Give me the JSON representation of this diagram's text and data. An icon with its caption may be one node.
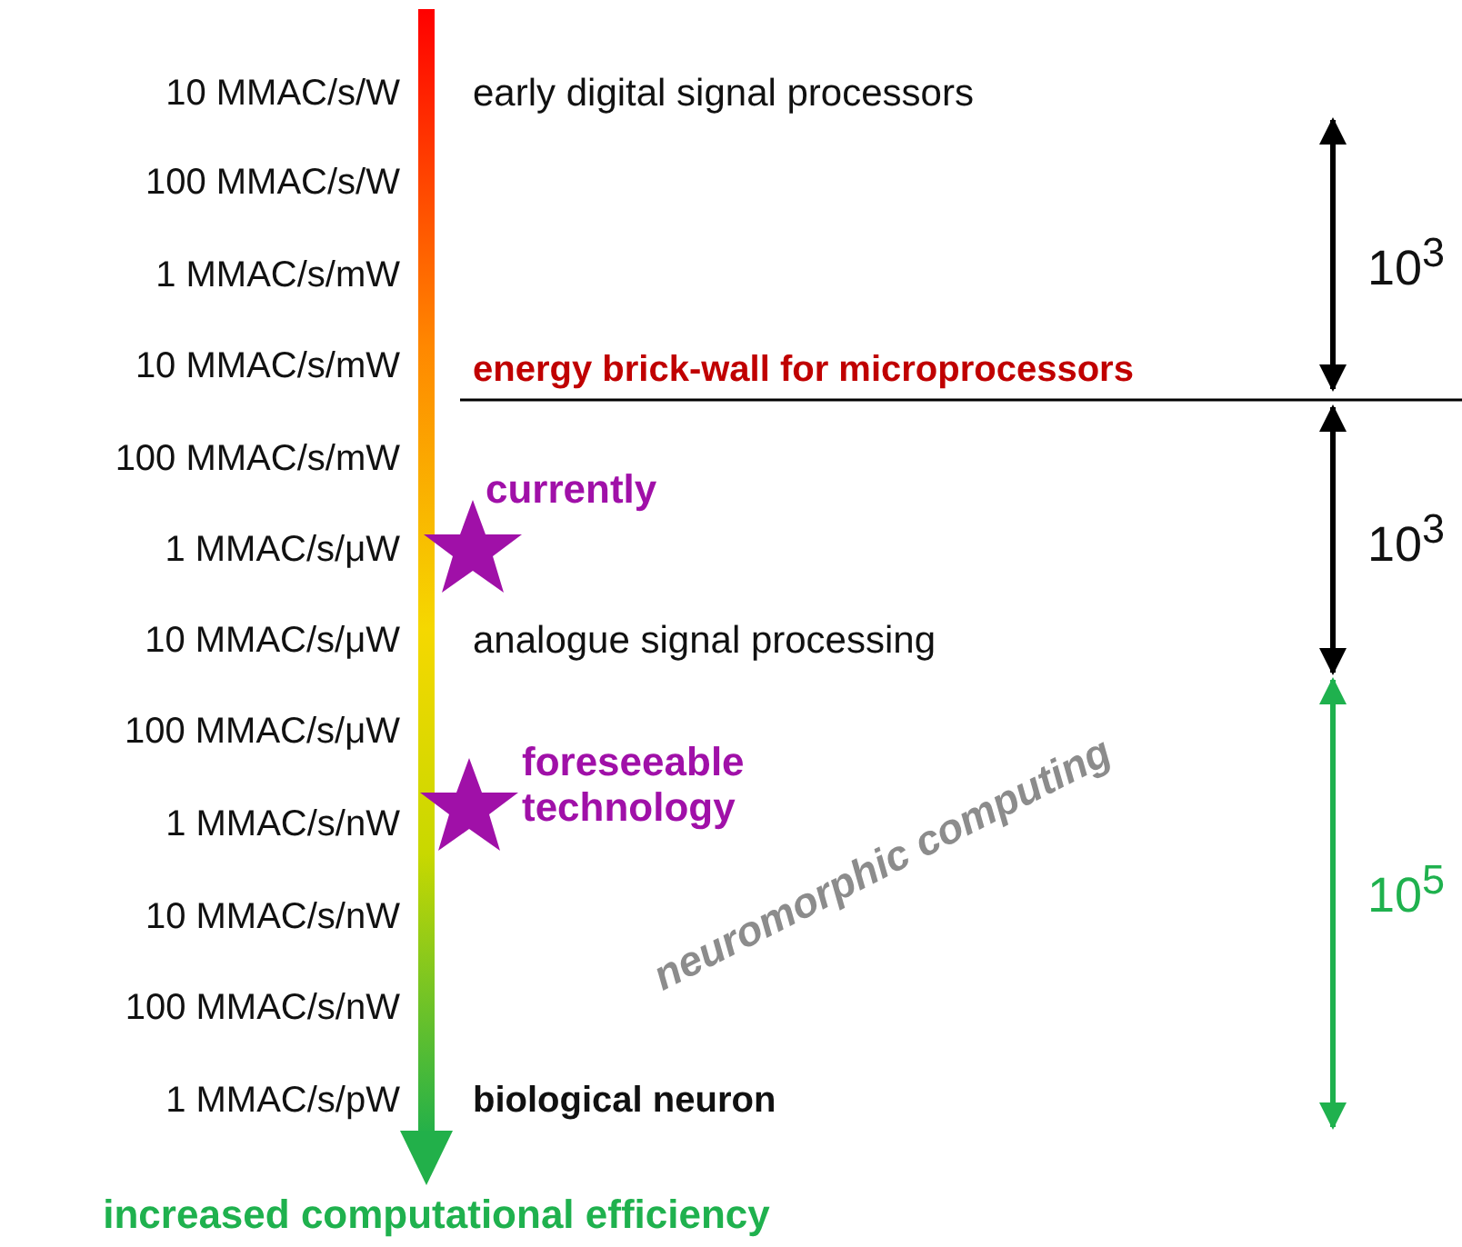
{
  "diagram": {
    "labels": [
      "10 MMAC/s/W",
      "early digital signal processors",
      "100 MMAC/s/W",
      "1 MMAC/s/mW",
      "10$^{3}$",
      "10 MMAC/s/mW",
      "energy brick-wall for microprocessors",
      "100 MMAC/s/mW",
      "currently",
      "1 MMAC/s/μW",
      "10$^{3}$",
      "10 MMAC/s/μW",
      "analogue signal processing",
      "100 MMAC/s/μW",
      "foreseeable technology",
      "neuromorphic computing",
      "1 MMAC/s/nW",
      "10$^{5}$",
      "10 MMAC/s/nW",
      "100 MMAC/s/nW",
      "1 MMAC/s/pW",
      "biological neuron",
      "increased computational efficiency"
    ]
  }
}
